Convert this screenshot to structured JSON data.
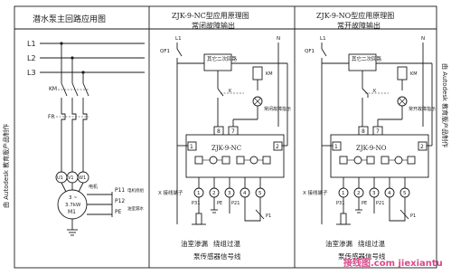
{
  "titles": {
    "left": "潜水泵主回路应用图",
    "nc": "ZJK-9-NC型应用原理图",
    "nc_sub": "常闭故障输出",
    "no": "ZJK-9-NO型应用原理图",
    "no_sub": "常开故障输出"
  },
  "side_text": {
    "left": "由 Autodesk 教育版产品制作",
    "right": "由 Autodesk 教育版产品制作"
  },
  "main_circuit": {
    "lines": [
      "L1",
      "L2",
      "L3"
    ],
    "km": "KM",
    "fr": "FR",
    "terminals": [
      "U1",
      "V1",
      "W1"
    ],
    "motor_sym": "3 ~",
    "motor_pwr": "3.7kW",
    "motor_name": "M1",
    "motor_label": "电机",
    "p11": "P11",
    "p12": "P12",
    "pe": "PE",
    "p11_note": "电机绕组",
    "p12_note": "油室漏水"
  },
  "nc": {
    "qf": "QF1",
    "l1": "L1",
    "n": "N",
    "other": "其它二次回路",
    "km": "KM",
    "k": "K",
    "fault_light": "常闭故障指示",
    "pin8": "8",
    "pin7": "7",
    "model": "ZJK-9-NC",
    "pin1": "1",
    "pin2": "2",
    "x_term": "X 接线端子",
    "terms": [
      "1",
      "2",
      "3",
      "4",
      "5"
    ],
    "p31": "P31",
    "pe": "PE",
    "p21": "P21",
    "p1": "P1",
    "bottom1": "油室渗漏",
    "bottom2": "绕组过温",
    "bottom3": "泵传感器信号线"
  },
  "no": {
    "qf": "QF1",
    "l1": "L1",
    "n": "N",
    "other": "其它二次回路",
    "km": "KM",
    "k": "K",
    "fault_light": "常开故障指示",
    "pin8": "8",
    "pin7": "7",
    "model": "ZJK-9-NO",
    "pin1": "1",
    "pin2": "2",
    "x_term": "X 接线端子",
    "terms": [
      "1",
      "2",
      "3",
      "4",
      "5"
    ],
    "p31": "P31",
    "pe": "PE",
    "p21": "P21",
    "p1": "P1",
    "bottom1": "油室渗漏",
    "bottom2": "绕组过温",
    "bottom3": "泵传感器信号线"
  },
  "watermark": "接线图.com  jiexiantu"
}
